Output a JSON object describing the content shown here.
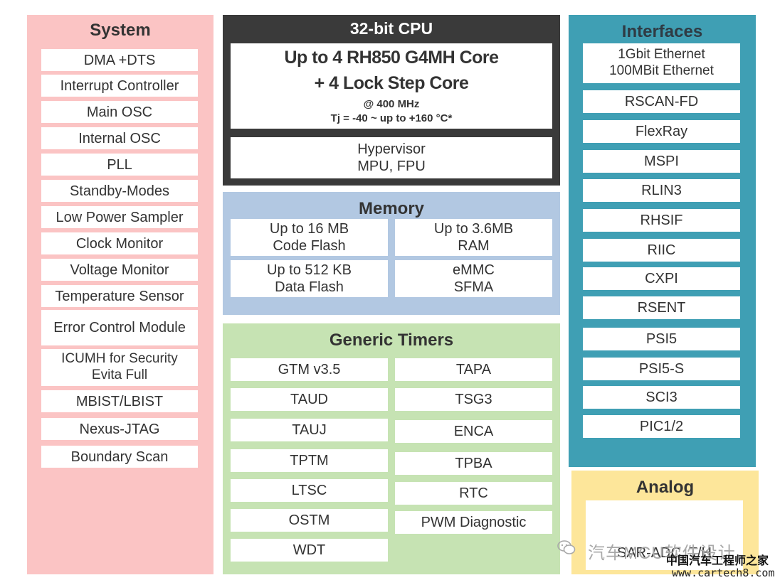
{
  "system": {
    "title": "System",
    "items": [
      "DMA +DTS",
      "Interrupt Controller",
      "Main OSC",
      "Internal OSC",
      "PLL",
      "Standby-Modes",
      "Low Power Sampler",
      "Clock Monitor",
      "Voltage Monitor",
      "Temperature Sensor",
      "Error Control Module",
      "ICUMH for Security",
      "Evita Full",
      "MBIST/LBIST",
      "Nexus-JTAG",
      "Boundary Scan"
    ]
  },
  "cpu": {
    "title": "32-bit CPU",
    "core_line1": "Up to 4 RH850 G4MH Core",
    "core_line2": "+ 4 Lock Step Core",
    "core_line3": "@ 400 MHz",
    "core_line4": "Tj = -40 ~  up to +160 °C*",
    "hyp_line1": "Hypervisor",
    "hyp_line2": "MPU, FPU"
  },
  "memory": {
    "title": "Memory",
    "cells": [
      [
        "Up to 16 MB",
        "Code Flash"
      ],
      [
        "Up to 3.6MB",
        "RAM"
      ],
      [
        "Up to 512 KB",
        "Data Flash"
      ],
      [
        "eMMC",
        "SFMA"
      ]
    ]
  },
  "timers": {
    "title": "Generic Timers",
    "left": [
      "GTM v3.5",
      "TAUD",
      "TAUJ",
      "TPTM",
      "LTSC",
      "OSTM",
      "WDT"
    ],
    "right": [
      "TAPA",
      "TSG3",
      "ENCA",
      "TPBA",
      "RTC",
      "PWM Diagnostic"
    ]
  },
  "interfaces": {
    "title": "Interfaces",
    "eth_line1": "1Gbit Ethernet",
    "eth_line2": "100MBit Ethernet",
    "items": [
      "RSCAN-FD",
      "FlexRay",
      "MSPI",
      "RLIN3",
      "RHSIF",
      "RIIC",
      "CXPI",
      "RSENT",
      "PSI5",
      "PSI5-S",
      "SCI3",
      "PIC1/2"
    ]
  },
  "analog": {
    "title": "Analog",
    "item": "SAR-ADC, T/H"
  },
  "watermark": {
    "line1": "汽车MCU软件设计",
    "line2": "中国汽车工程师之家",
    "line3": "www.cartech8.com"
  }
}
